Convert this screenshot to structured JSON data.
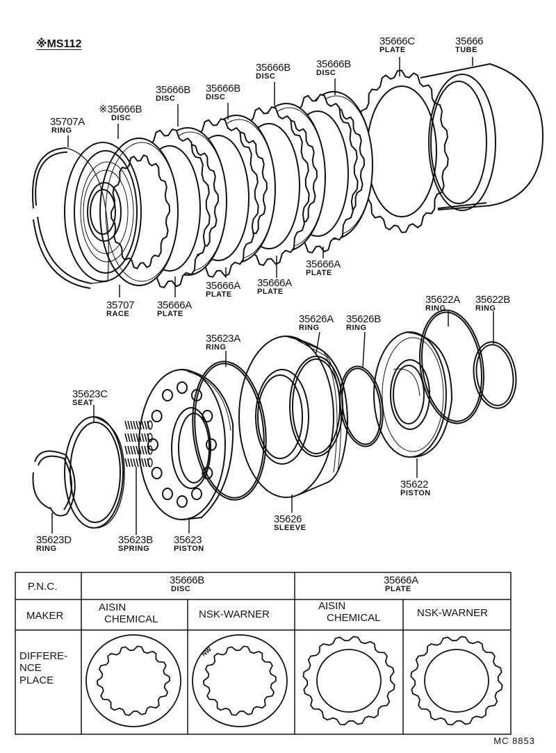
{
  "header": {
    "ms_label": "※MS112"
  },
  "parts": {
    "p35707A": {
      "number": "35707A",
      "name": "RING"
    },
    "p35666B_marked": {
      "number": "※35666B",
      "name": "DISC"
    },
    "p35666B_1": {
      "number": "35666B",
      "name": "DISC"
    },
    "p35666B_2": {
      "number": "35666B",
      "name": "DISC"
    },
    "p35666B_3": {
      "number": "35666B",
      "name": "DISC"
    },
    "p35666B_4": {
      "number": "35666B",
      "name": "DISC"
    },
    "p35666C": {
      "number": "35666C",
      "name": "PLATE"
    },
    "p35666": {
      "number": "35666",
      "name": "TUBE"
    },
    "p35707": {
      "number": "35707",
      "name": "RACE"
    },
    "p35666A_1": {
      "number": "35666A",
      "name": "PLATE"
    },
    "p35666A_2": {
      "number": "35666A",
      "name": "PLATE"
    },
    "p35666A_3": {
      "number": "35666A",
      "name": "PLATE"
    },
    "p35666A_4": {
      "number": "35666A",
      "name": "PLATE"
    },
    "p35626A": {
      "number": "35626A",
      "name": "RING"
    },
    "p35626B": {
      "number": "35626B",
      "name": "RING"
    },
    "p35622A": {
      "number": "35622A",
      "name": "RING"
    },
    "p35622B": {
      "number": "35622B",
      "name": "RING"
    },
    "p35623A": {
      "number": "35623A",
      "name": "RING"
    },
    "p35623C": {
      "number": "35623C",
      "name": "SEAT"
    },
    "p35622": {
      "number": "35622",
      "name": "PISTON"
    },
    "p35626": {
      "number": "35626",
      "name": "SLEEVE"
    },
    "p35623D": {
      "number": "35623D",
      "name": "RING"
    },
    "p35623B": {
      "number": "35623B",
      "name": "SPRING"
    },
    "p35623": {
      "number": "35623",
      "name": "PISTON"
    }
  },
  "table": {
    "row_labels": {
      "pnc": "P.N.C.",
      "maker": "MAKER",
      "difference_line1": "DIFFERE-",
      "difference_line2": "NCE",
      "difference_line3": "PLACE"
    },
    "col_disc": {
      "number": "35666B",
      "name": "DISC"
    },
    "col_plate": {
      "number": "35666A",
      "name": "PLATE"
    },
    "makers": {
      "aisin_line1": "AISIN",
      "aisin_line2": "CHEMICAL",
      "nsk": "NSK-WARNER"
    },
    "nw_mark": "NW"
  },
  "footer": {
    "code": "MC 8853"
  }
}
